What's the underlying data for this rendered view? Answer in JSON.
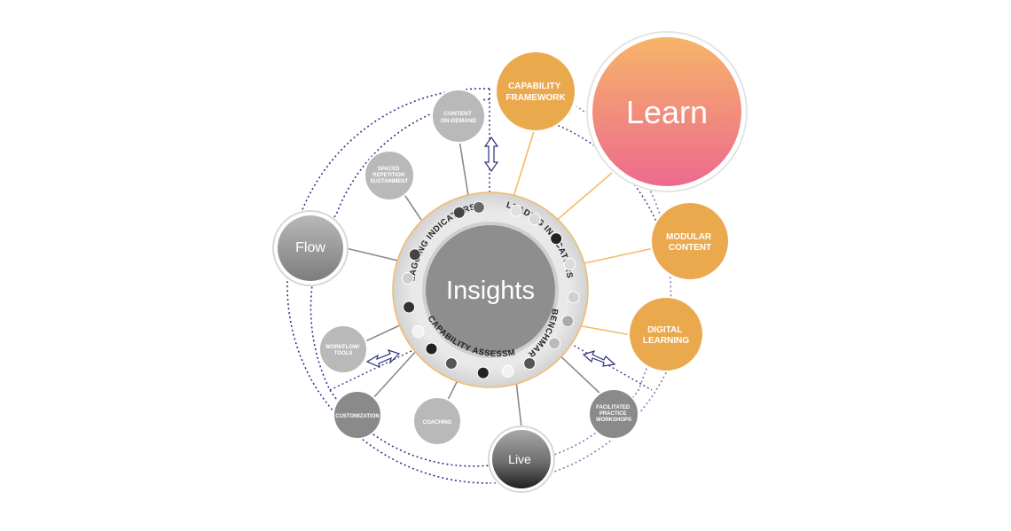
{
  "center": {
    "label": "Insights"
  },
  "ring_labels": {
    "leading": "LEADING INDICATORS",
    "lagging": "LAGGING INDICATORS",
    "benchmarking": "BENCHMARKING",
    "capability_assessment": "CAPABILITY ASSESSMENT"
  },
  "hubs": {
    "learn": "Learn",
    "flow": "Flow",
    "live": "Live"
  },
  "learn_nodes": [
    {
      "line1": "CAPABILITY",
      "line2": "FRAMEWORK"
    },
    {
      "line1": "MODULAR",
      "line2": "CONTENT"
    },
    {
      "line1": "DIGITAL",
      "line2": "LEARNING"
    }
  ],
  "flow_nodes": [
    {
      "line1": "CONTENT",
      "line2": "ON-DEMAND",
      "line3": ""
    },
    {
      "line1": "SPACED",
      "line2": "REPETITION",
      "line3": "SUSTAINMENT"
    },
    {
      "line1": "WORKFLOW/",
      "line2": "TOOLS",
      "line3": ""
    }
  ],
  "live_nodes": [
    {
      "line1": "CUSTOMIZATION",
      "line2": "",
      "line3": ""
    },
    {
      "line1": "COACHING",
      "line2": "",
      "line3": ""
    },
    {
      "line1": "FACILITATED",
      "line2": "PRACTICE",
      "line3": "WORKSHOPS"
    }
  ],
  "logo_icons": [
    "d-logo-icon",
    "gear-logo-icon",
    "feather-logo-icon",
    "smile-logo-icon",
    "infinity-logo-icon",
    "leaf-logo-icon",
    "target-logo-icon",
    "swirl-logo-icon",
    "dots-logo-icon",
    "linkedin-logo-icon",
    "puzzle-logo-icon",
    "sprout-logo-icon",
    "s-logo-icon",
    "ring-logo-icon",
    "spark-logo-icon",
    "hexagon-logo-icon",
    "star-logo-icon",
    "bird-logo-icon"
  ],
  "colors": {
    "learn_orange": "#eba94e",
    "learn_gradient_top": "#f6b469",
    "learn_gradient_bottom": "#ed6a8e",
    "center_gray": "#8e8e8e",
    "node_gray": "#b9b9b9",
    "dark_node_gray": "#8a8a8a",
    "dotted_navy": "#34358a",
    "dotted_purple": "#8d78b3"
  }
}
